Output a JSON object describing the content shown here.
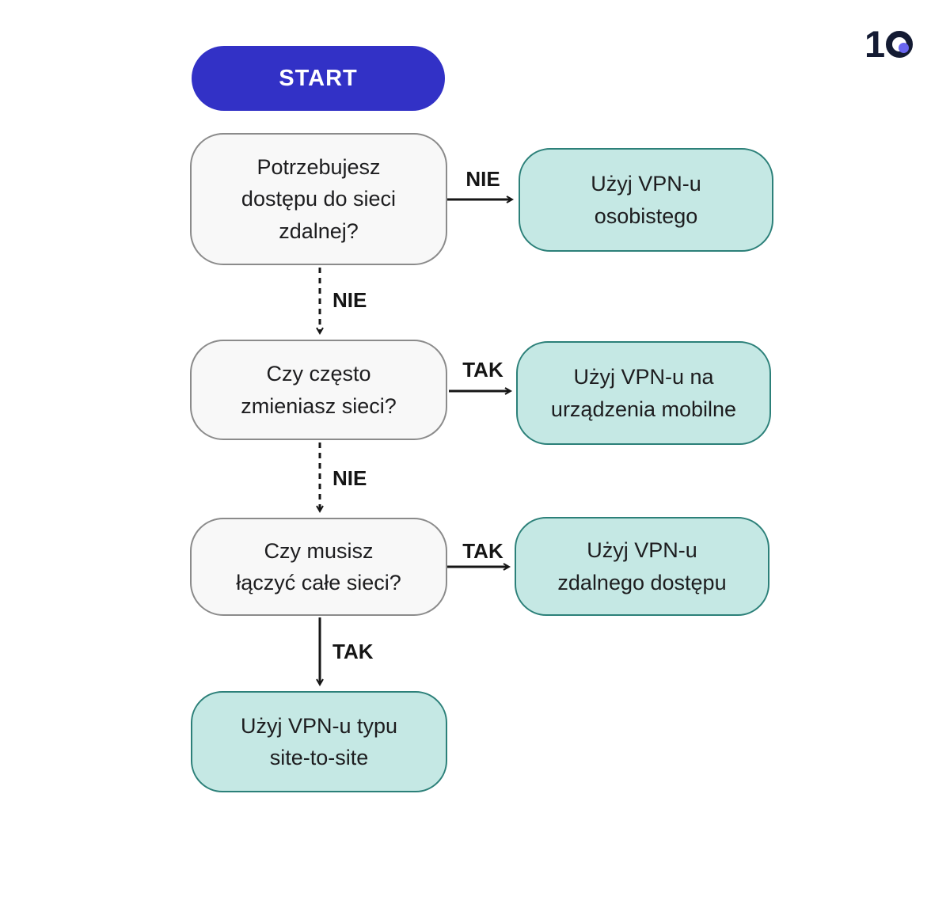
{
  "page": {
    "background": "#ffffff",
    "description": "VPN type selection flowchart (Polish)"
  },
  "logo": {
    "digit": "1",
    "visible_text": "10"
  },
  "colors": {
    "start_bg": "#3231c6",
    "start_text": "#ffffff",
    "question_fill": "#f8f8f8",
    "question_border": "#8b8b8b",
    "result_fill": "#c5e8e4",
    "result_border": "#2c8079",
    "arrow": "#161616",
    "text": "#1d1d1f",
    "logo_navy": "#141b33",
    "logo_dot": "#6a66f0"
  },
  "flowchart": {
    "start_label": "START",
    "questions": [
      {
        "text": "Potrzebujesz\ndostępu do sieci\nzdalnej?"
      },
      {
        "text": "Czy często\nzmieniasz sieci?"
      },
      {
        "text": "Czy musisz\nłączyć całe sieci?"
      }
    ],
    "results": [
      {
        "text": "Użyj VPN-u\nosobistego"
      },
      {
        "text": "Użyj VPN-u na\nurządzenia mobilne"
      },
      {
        "text": "Użyj VPN-u\nzdalnego dostępu"
      },
      {
        "text": "Użyj VPN-u typu\nsite-to-site"
      }
    ],
    "edge_labels": {
      "row1_right": "NIE",
      "row1_down": "NIE",
      "row2_right": "TAK",
      "row2_down": "NIE",
      "row3_right": "TAK",
      "row3_down": "TAK"
    }
  }
}
